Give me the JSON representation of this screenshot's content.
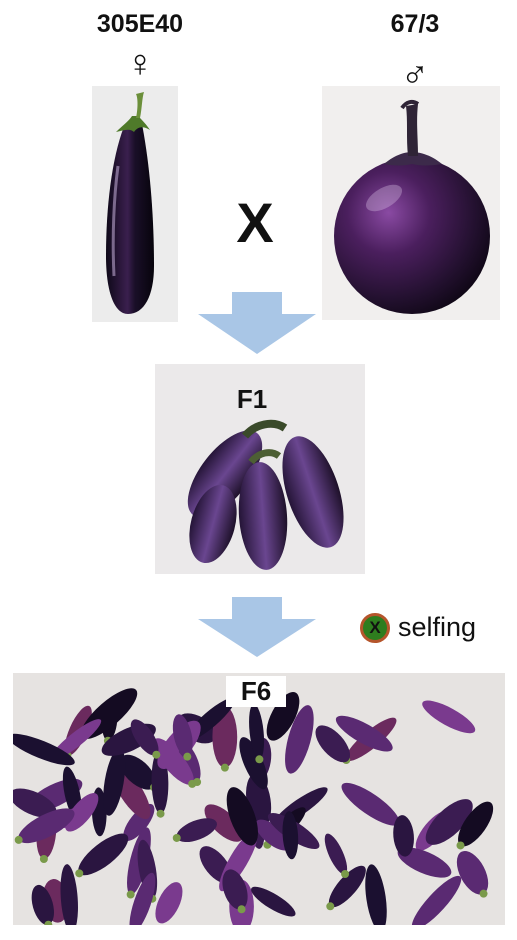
{
  "parents": {
    "female": {
      "name": "305E40",
      "symbol": "♀"
    },
    "male": {
      "name": "67/3",
      "symbol": "♂"
    },
    "cross_symbol": "X"
  },
  "generations": {
    "f1": "F1",
    "f6": "F6"
  },
  "legend": {
    "icon_letter": "X",
    "text": "selfing"
  },
  "colors": {
    "arrow": "#a9c6e6",
    "eggplant_dark": "#1b1030",
    "eggplant_purple": "#5a2a72",
    "calyx_green": "#6b8f3a",
    "selfing_icon_fill": "#2e7d1e",
    "selfing_icon_border": "#b5552b"
  }
}
